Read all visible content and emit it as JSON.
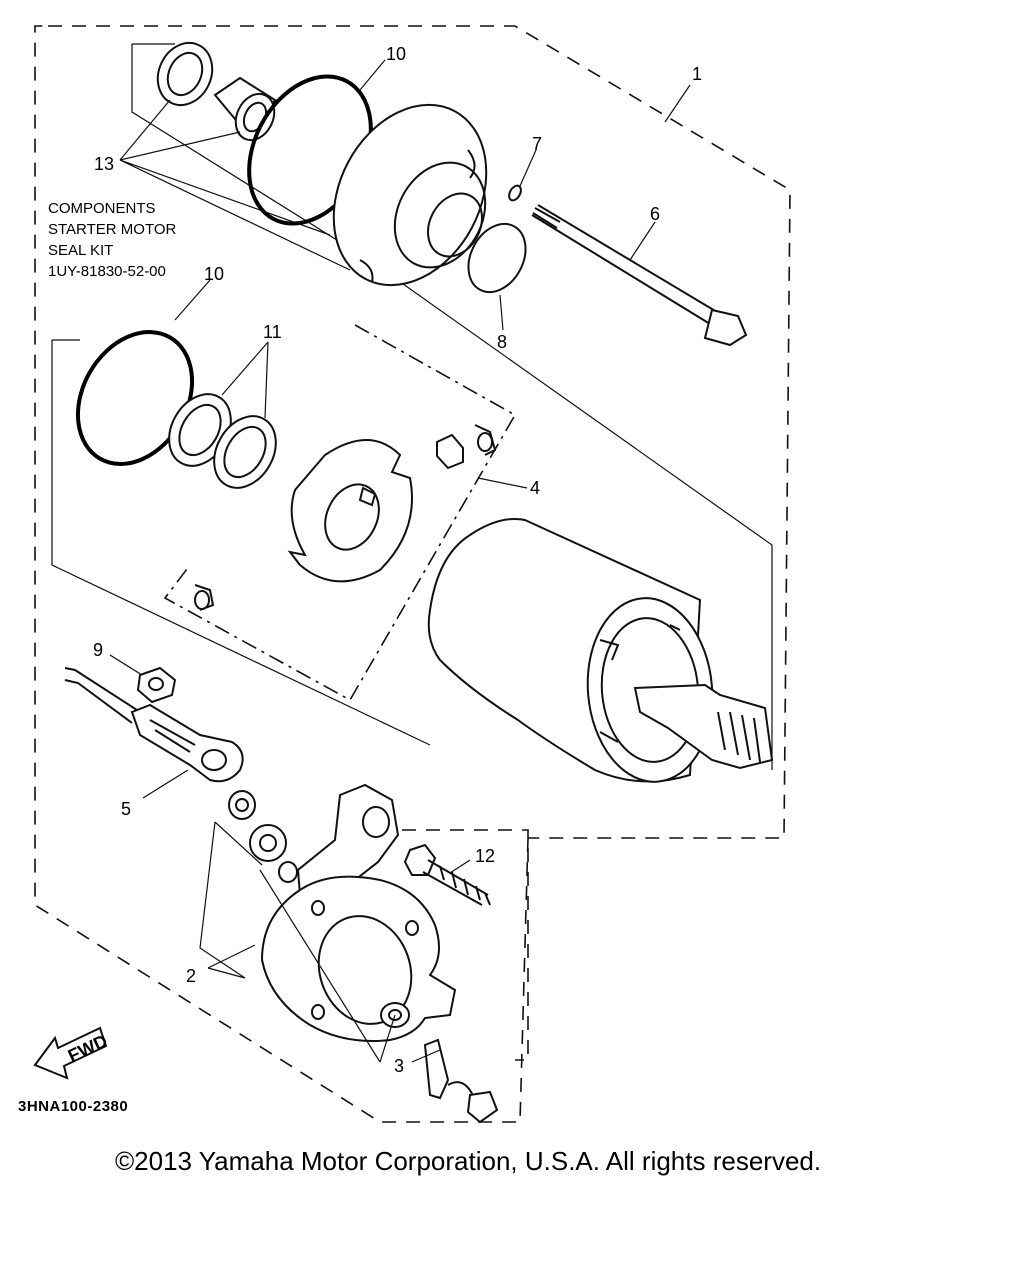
{
  "callouts": {
    "c1": "1",
    "c2": "2",
    "c3": "3",
    "c4": "4",
    "c5": "5",
    "c6": "6",
    "c7": "7",
    "c8": "8",
    "c9": "9",
    "c10a": "10",
    "c10b": "10",
    "c11": "11",
    "c12": "12",
    "c13": "13"
  },
  "seal_kit": {
    "line1": "COMPONENTS",
    "line2": "STARTER MOTOR",
    "line3": "SEAL KIT",
    "part_number": "1UY-81830-52-00"
  },
  "fwd_label": "FWD",
  "drawing_code": "3HNA100-2380",
  "copyright": "©2013 Yamaha Motor Corporation, U.S.A. All rights reserved."
}
